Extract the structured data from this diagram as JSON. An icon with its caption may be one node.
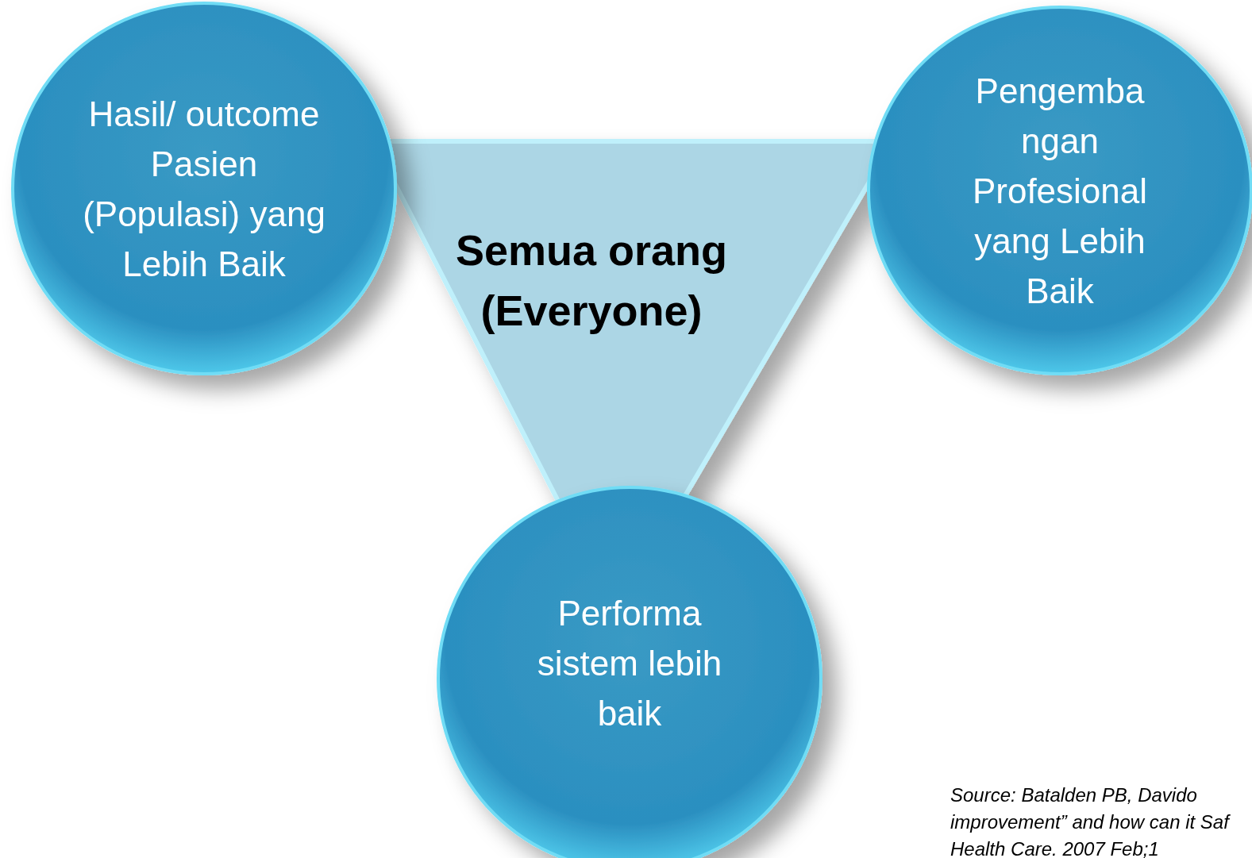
{
  "diagram": {
    "nodes": [
      {
        "text": [
          "Semua orang (Everyone)"
        ]
      },
      {
        "text": [
          "Hasil/ outcome Pasien (Populasi) yang Lebih Baik"
        ]
      },
      {
        "text": [
          "Pengemba ngan Profesional yang Lebih Baik"
        ]
      },
      {
        "text": [
          "Performa sistem lebih baik"
        ]
      }
    ],
    "labels": [
      "Source: Batalden PB, Davido improvement” and how can it Saf Health Care. 2007 Feb;1"
    ]
  }
}
